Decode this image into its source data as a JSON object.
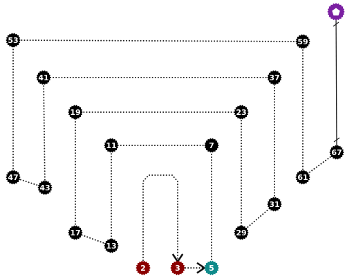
{
  "puzzle": {
    "nodes": [
      {
        "id": "n53",
        "label": "53",
        "color": "#000000"
      },
      {
        "id": "n59",
        "label": "59",
        "color": "#000000"
      },
      {
        "id": "n41",
        "label": "41",
        "color": "#000000"
      },
      {
        "id": "n37",
        "label": "37",
        "color": "#000000"
      },
      {
        "id": "n19",
        "label": "19",
        "color": "#000000"
      },
      {
        "id": "n23",
        "label": "23",
        "color": "#000000"
      },
      {
        "id": "n11",
        "label": "11",
        "color": "#000000"
      },
      {
        "id": "n7",
        "label": "7",
        "color": "#000000"
      },
      {
        "id": "n47",
        "label": "47",
        "color": "#000000"
      },
      {
        "id": "n43",
        "label": "43",
        "color": "#000000"
      },
      {
        "id": "n61",
        "label": "61",
        "color": "#000000"
      },
      {
        "id": "n67",
        "label": "67",
        "color": "#000000"
      },
      {
        "id": "n31",
        "label": "31",
        "color": "#000000"
      },
      {
        "id": "n29",
        "label": "29",
        "color": "#000000"
      },
      {
        "id": "n17",
        "label": "17",
        "color": "#000000"
      },
      {
        "id": "n13",
        "label": "13",
        "color": "#000000"
      },
      {
        "id": "n2",
        "label": "2",
        "color": "#8b0000"
      },
      {
        "id": "n3",
        "label": "3",
        "color": "#8b0000"
      },
      {
        "id": "n5",
        "label": "5",
        "color": "#0e8a8a"
      }
    ],
    "goal": {
      "label": "",
      "color": "#7b1fa2",
      "icon": "pentagon-icon"
    },
    "links": [
      {
        "from": "n2",
        "to": "n3",
        "style": "dotted-arrow"
      },
      {
        "from": "n3",
        "to": "n5",
        "style": "dotted-arrow"
      },
      {
        "from": "n5",
        "to": "n7",
        "style": "dotted"
      },
      {
        "from": "n7",
        "to": "n11",
        "style": "dotted"
      },
      {
        "from": "n11",
        "to": "n13",
        "style": "dotted"
      },
      {
        "from": "n13",
        "to": "n17",
        "style": "dotted"
      },
      {
        "from": "n17",
        "to": "n19",
        "style": "dotted"
      },
      {
        "from": "n19",
        "to": "n23",
        "style": "dotted"
      },
      {
        "from": "n23",
        "to": "n29",
        "style": "dotted"
      },
      {
        "from": "n29",
        "to": "n31",
        "style": "dotted"
      },
      {
        "from": "n31",
        "to": "n37",
        "style": "dotted"
      },
      {
        "from": "n37",
        "to": "n41",
        "style": "dotted"
      },
      {
        "from": "n41",
        "to": "n43",
        "style": "dotted"
      },
      {
        "from": "n43",
        "to": "n47",
        "style": "dotted"
      },
      {
        "from": "n47",
        "to": "n53",
        "style": "dotted"
      },
      {
        "from": "n53",
        "to": "n59",
        "style": "dotted"
      },
      {
        "from": "n59",
        "to": "n61",
        "style": "dotted"
      },
      {
        "from": "n61",
        "to": "n67",
        "style": "dotted"
      },
      {
        "from": "n67",
        "to": "goal",
        "style": "solid"
      }
    ]
  }
}
